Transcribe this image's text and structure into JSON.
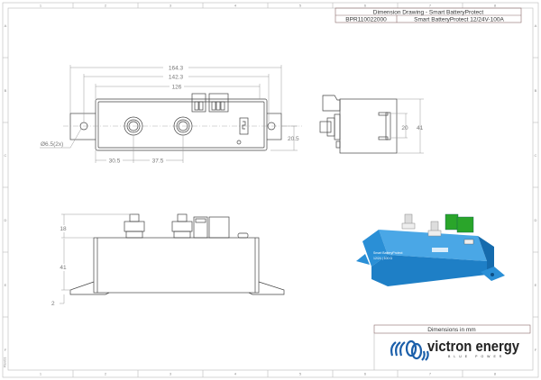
{
  "title_block": {
    "title": "Dimension Drawing - Smart BatteryProtect",
    "part_number": "BPR110022000",
    "description": "Smart BatteryProtect 12/24V-100A"
  },
  "units_note": "Dimensions in mm",
  "logo": {
    "brand": "victron energy",
    "tagline": "BLUE POWER",
    "color": "#1b5faa"
  },
  "revision": "Rev01",
  "grid": {
    "columns": [
      "1",
      "2",
      "3",
      "4",
      "5",
      "6",
      "7",
      "8"
    ],
    "rows": [
      "A",
      "B",
      "C",
      "D",
      "E",
      "F"
    ]
  },
  "top_view": {
    "overall_length": "164.3",
    "hole_spacing": "142.3",
    "body_length": "126",
    "hole_diameter": "Ø6.5(2x)",
    "terminal_offset": "30.5",
    "terminal_spacing": "37.5",
    "hole_center_height": "20.5"
  },
  "side_view": {
    "slot_spacing": "20",
    "height": "41"
  },
  "front_view": {
    "terminal_height": "18",
    "body_height": "41",
    "foot_thickness": "2"
  },
  "colors": {
    "body_blue": "#2a8fd6",
    "connector_green": "#2aa52a"
  }
}
